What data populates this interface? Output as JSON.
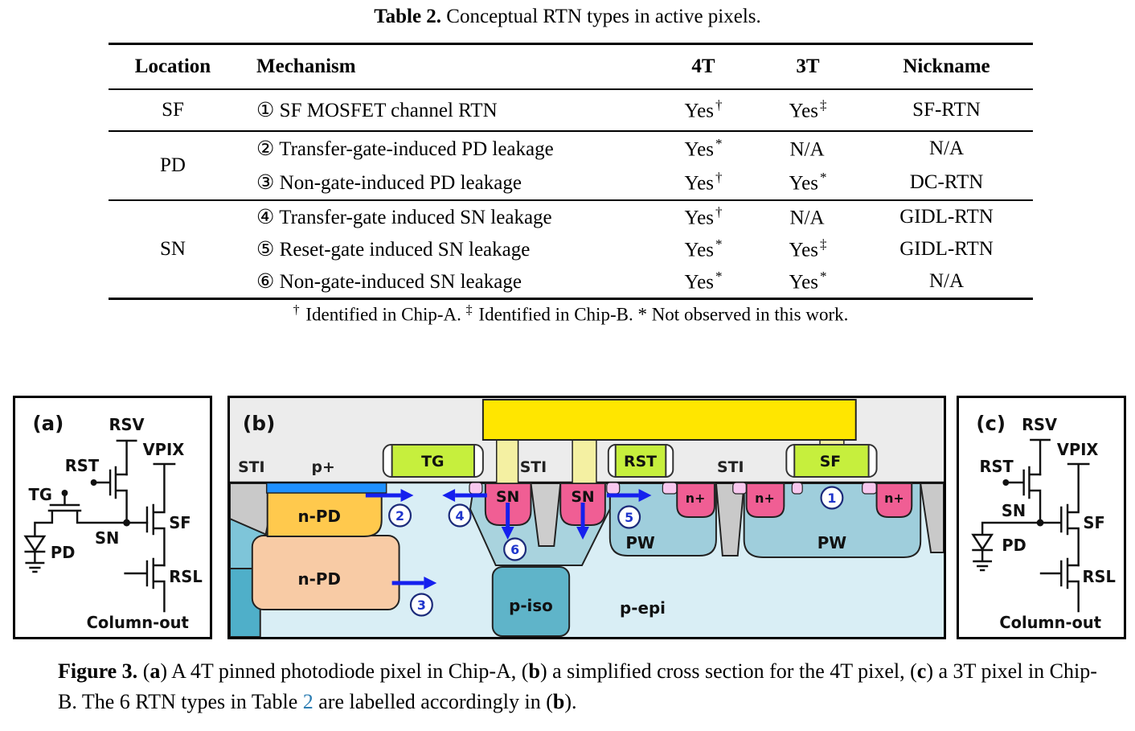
{
  "title": {
    "label": "Table 2.",
    "text": " Conceptual RTN types in active pixels."
  },
  "table": {
    "headers": [
      "Location",
      "Mechanism",
      "4T",
      "3T",
      "Nickname"
    ],
    "groups": [
      {
        "location": "SF",
        "rows": [
          {
            "mech": "① SF MOSFET channel RTN",
            "t4": {
              "v": "Yes",
              "m": "†"
            },
            "t3": {
              "v": "Yes",
              "m": "‡"
            },
            "nick": "SF-RTN"
          }
        ]
      },
      {
        "location": "PD",
        "rows": [
          {
            "mech": "② Transfer-gate-induced PD leakage",
            "t4": {
              "v": "Yes",
              "m": "*"
            },
            "t3": {
              "v": "N/A",
              "m": ""
            },
            "nick": "N/A"
          },
          {
            "mech": "③ Non-gate-induced PD leakage",
            "t4": {
              "v": "Yes",
              "m": "†"
            },
            "t3": {
              "v": "Yes",
              "m": "*"
            },
            "nick": "DC-RTN"
          }
        ]
      },
      {
        "location": "SN",
        "rows": [
          {
            "mech": "④ Transfer-gate induced SN leakage",
            "t4": {
              "v": "Yes",
              "m": "†"
            },
            "t3": {
              "v": "N/A",
              "m": ""
            },
            "nick": "GIDL-RTN"
          },
          {
            "mech": "⑤ Reset-gate induced SN leakage",
            "t4": {
              "v": "Yes",
              "m": "*"
            },
            "t3": {
              "v": "Yes",
              "m": "‡"
            },
            "nick": "GIDL-RTN"
          },
          {
            "mech": "⑥ Non-gate-induced SN leakage",
            "t4": {
              "v": "Yes",
              "m": "*"
            },
            "t3": {
              "v": "Yes",
              "m": "*"
            },
            "nick": "N/A"
          }
        ]
      }
    ]
  },
  "footnote": {
    "s1": "†",
    "t1": " Identified in Chip-A. ",
    "s2": "‡",
    "t2": " Identified in Chip-B. * Not observed in this work."
  },
  "figure": {
    "panel_a": {
      "tag": "(a)",
      "labels": {
        "rsv": "RSV",
        "vpix": "VPIX",
        "rst": "RST",
        "tg": "TG",
        "sn": "SN",
        "sf": "SF",
        "pd": "PD",
        "rsl": "RSL",
        "out": "Column-out"
      }
    },
    "panel_b": {
      "tag": "(b)",
      "labels": {
        "sti": "STI",
        "p_plus": "p+",
        "tg": "TG",
        "rst": "RST",
        "sf": "SF",
        "sn": "SN",
        "n_plus": "n+",
        "n_pd": "n-PD",
        "pw": "PW",
        "p_iso": "p-iso",
        "p_epi": "p-epi"
      },
      "numbers": {
        "n1": "1",
        "n2": "2",
        "n3": "3",
        "n4": "4",
        "n5": "5",
        "n6": "6"
      }
    },
    "panel_c": {
      "tag": "(c)",
      "labels": {
        "rsv": "RSV",
        "vpix": "VPIX",
        "rst": "RST",
        "sn": "SN",
        "sf": "SF",
        "pd": "PD",
        "rsl": "RSL",
        "out": "Column-out"
      }
    },
    "caption": {
      "c0": "Figure 3. ",
      "c1": "(",
      "c2": "a",
      "c3": ") A 4T pinned photodiode pixel in Chip-A, (",
      "c4": "b",
      "c5": ") a simplified cross section for the 4T pixel, (",
      "c6": "c",
      "c7": ") a 3T pixel in Chip-B. The 6 RTN types in Table ",
      "c8": "2",
      "c9": " are labelled accordingly in (",
      "c10": "b",
      "c11": ")."
    }
  },
  "colors": {
    "metal_yellow": "#FFE600",
    "contact_yellow": "#F4F0A2",
    "gate_green": "#C6EF3D",
    "diffusion_pink": "#F05E94",
    "ldd_pink": "#F8C8EE",
    "pinning_blue": "#1E90FF",
    "npd_orange": "#FFC94D",
    "npd_deep_peach": "#F8CBA5",
    "pw_blue": "#9FCEDC",
    "piso_teal": "#5FB4C9",
    "pepi_blue": "#D9EEF5",
    "sti_gray": "#C9C9C9",
    "arrow_blue": "#1520EE",
    "link_blue": "#2E7EB3"
  }
}
